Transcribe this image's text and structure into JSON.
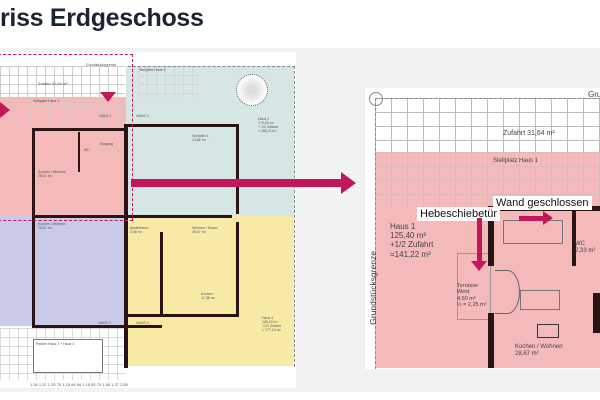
{
  "title": "riss Erdgeschoss",
  "colors": {
    "accent": "#c2185b",
    "haus1": "#f4b9b9",
    "haus2": "#c9cbe8",
    "haus3": "#d5e6e4",
    "haus4": "#f7eaa6",
    "wall": "#2a1416"
  },
  "overview": {
    "labels": {
      "grundstuecksgrenze": "Grundstücksgrenze",
      "zufahrt": "Zufahrt 31,64 m²",
      "stellplatz1": "Stellplatz Haus 1",
      "stellplatz3": "Stellplatz Haus 3",
      "haus1_entry": "HAUS 1",
      "haus2_entry": "HAUS 2",
      "haus3_entry": "HAUS 3",
      "haus4_entry": "HAUS 4",
      "haus3_area": "Haus 3\n170,20 m²\n+ 1/2 Zufahrt\n= 186,11 m²",
      "haus4_area": "Haus 4\n160,20 m²\n+1/2 Zufahrt\n= 177,10 m²",
      "kochen1": "Kochen / Wohnen\n28,67 m²",
      "kochen2": "Kochen / Wohnen\n28,67 m²",
      "wohnen4": "Wohnen / Essen\n29,07 m²",
      "kochen4": "Kochen\n17,38 m²",
      "schlafen1": "Schlafen 1\n13,86 m²",
      "abstellraum": "Abstellraum\n3,38 m²",
      "eingang": "Eingang",
      "wc": "WC",
      "parken": "Parken Haus 2 + Haus 4",
      "dimensions": "1,34   1,37   1,25   75   1,15   94   94   1,15   92   75   1,60   1,37   2,85"
    }
  },
  "detail": {
    "grundstuecksgrenze_top": "Grun",
    "zufahrt": "Zufahrt 31,64 m²",
    "stellplatz": "Stellplatz Haus 1",
    "haus1": "Haus 1\n125,40 m²\n+1/2 Zufahrt\n=141,22 m²",
    "grundstuecksgrenze_side": "Grundstücksgrenze",
    "terrasse": "Terrasse\nWest\n4,50 m²\n½ = 2,25 m²",
    "wc": "WC\n2,33 m²",
    "kochen": "Kochen / Wohnen\n28,67 m²",
    "callout_hebeschiebetuer": "Hebeschiebetür",
    "callout_wand": "Wand geschlossen"
  }
}
